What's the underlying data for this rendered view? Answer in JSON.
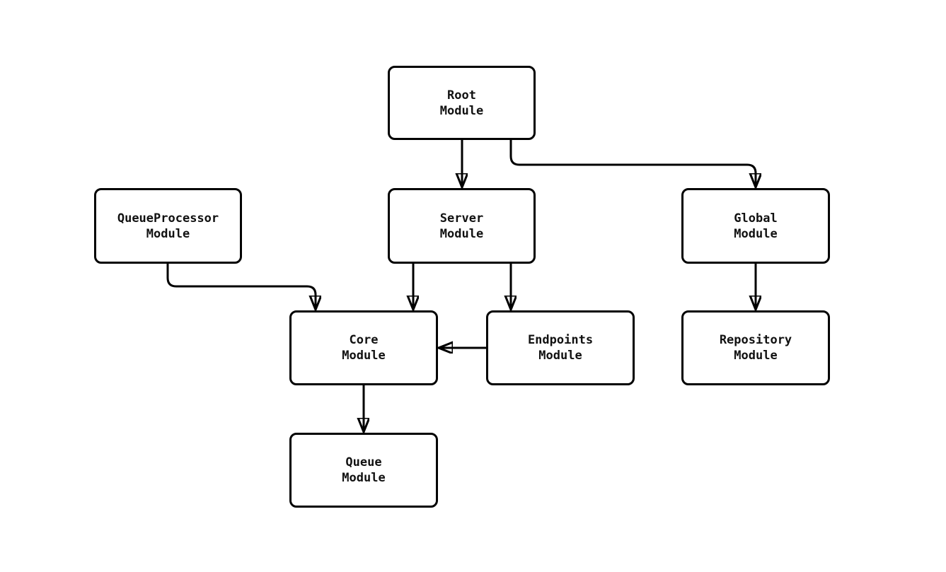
{
  "diagram": {
    "type": "module-dependency-flowchart",
    "colors": {
      "background": "#ffffff",
      "node_fill": "#ffffff",
      "node_border": "#000000",
      "edge": "#000000",
      "text": "#111111"
    },
    "nodes": {
      "root": {
        "line1": "Root",
        "line2": "Module"
      },
      "queue_processor": {
        "line1": "QueueProcessor",
        "line2": "Module"
      },
      "server": {
        "line1": "Server",
        "line2": "Module"
      },
      "global": {
        "line1": "Global",
        "line2": "Module"
      },
      "core": {
        "line1": "Core",
        "line2": "Module"
      },
      "endpoints": {
        "line1": "Endpoints",
        "line2": "Module"
      },
      "repository": {
        "line1": "Repository",
        "line2": "Module"
      },
      "queue": {
        "line1": "Queue",
        "line2": "Module"
      }
    },
    "edges": [
      {
        "from": "Root Module",
        "to": "Server Module"
      },
      {
        "from": "Root Module",
        "to": "Global Module"
      },
      {
        "from": "QueueProcessor Module",
        "to": "Core Module"
      },
      {
        "from": "Server Module",
        "to": "Core Module"
      },
      {
        "from": "Server Module",
        "to": "Endpoints Module"
      },
      {
        "from": "Endpoints Module",
        "to": "Core Module"
      },
      {
        "from": "Global Module",
        "to": "Repository Module"
      },
      {
        "from": "Core Module",
        "to": "Queue Module"
      }
    ]
  }
}
